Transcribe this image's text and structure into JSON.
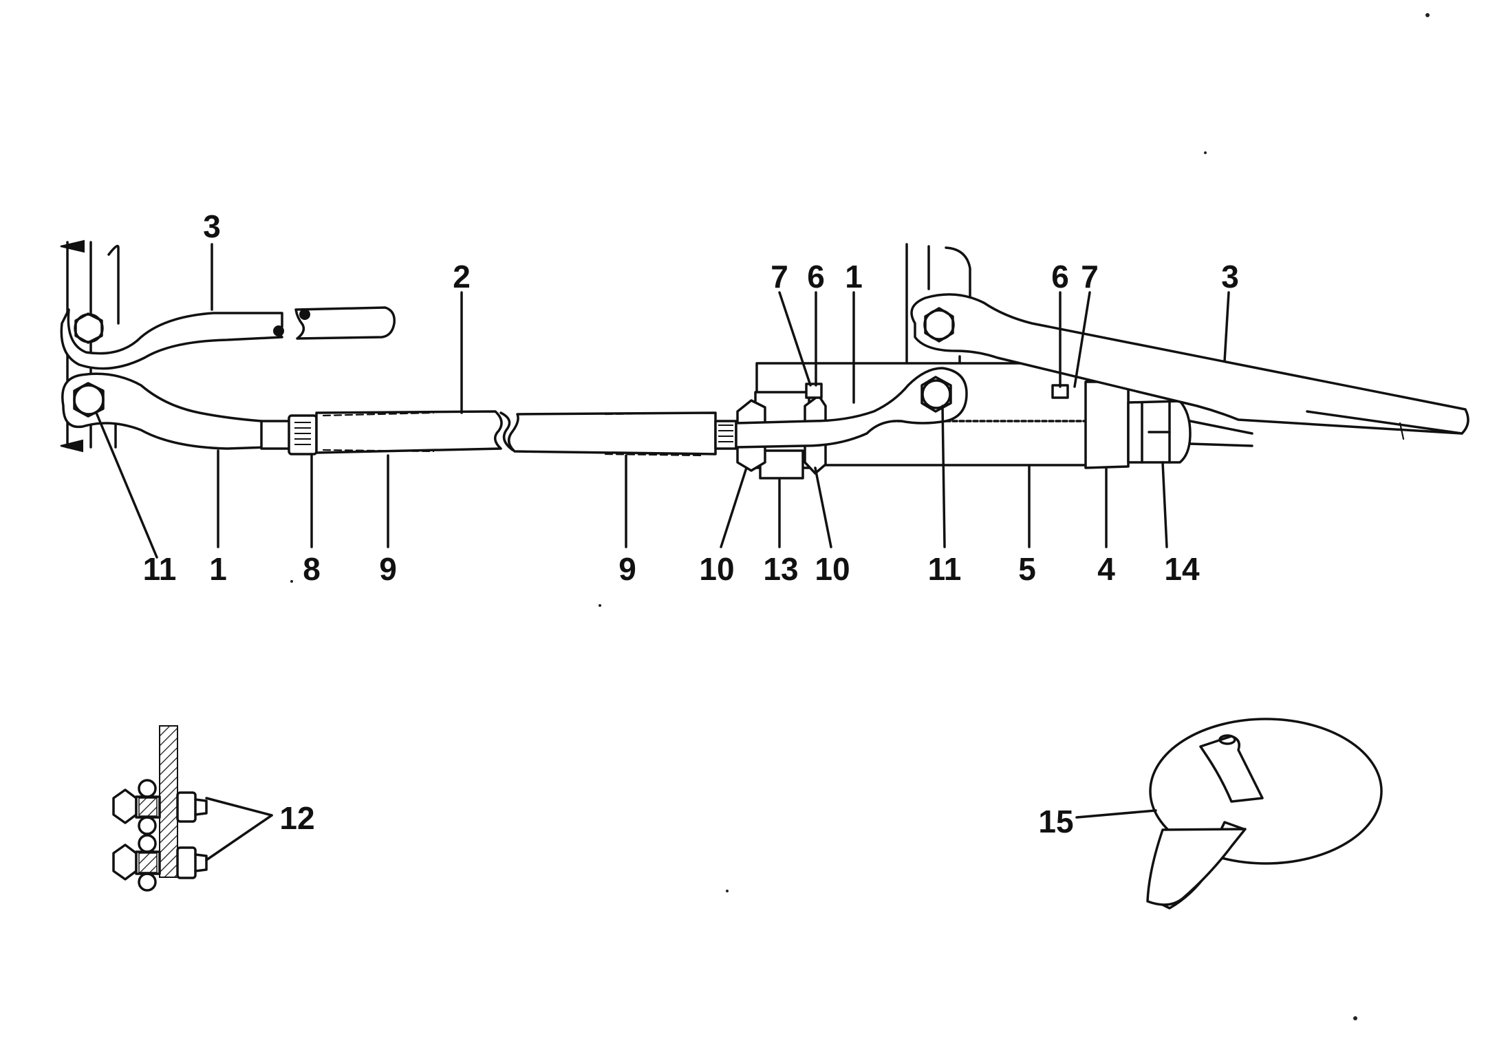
{
  "diagram": {
    "callouts": {
      "c3_left": "3",
      "c2": "2",
      "c7_mid": "7",
      "c6_mid": "6",
      "c1_mid": "1",
      "c6_right": "6",
      "c7_right": "7",
      "c3_right": "3",
      "c11_left": "11",
      "c1_left": "1",
      "c8": "8",
      "c9_left": "9",
      "c9_right": "9",
      "c10_left": "10",
      "c13": "13",
      "c10_right": "10",
      "c11_right": "11",
      "c5": "5",
      "c4": "4",
      "c14": "14",
      "c12": "12",
      "c15": "15"
    }
  }
}
